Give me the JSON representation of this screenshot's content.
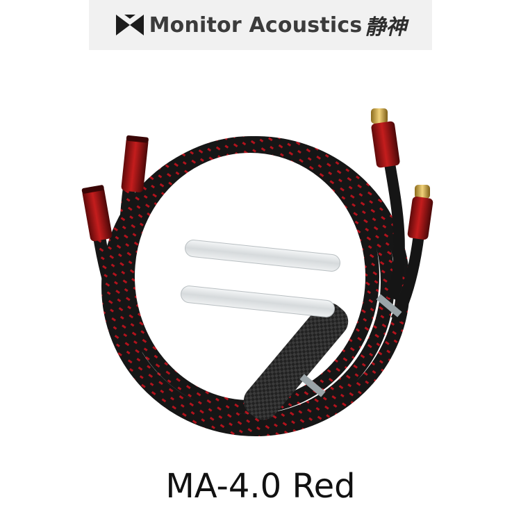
{
  "logo": {
    "brand": "Monitor Acoustics",
    "brand_cjk": "静神"
  },
  "photo": {
    "subject": "braided interconnect cables with tubes"
  },
  "caption": "MA-4.0 Red",
  "colors": {
    "cable_black": "#161616",
    "stripe_red": "#b3121c",
    "connector_red": "#9c0f0f",
    "gold": "#c9a53b",
    "banner_bg": "#f1f1f1"
  }
}
